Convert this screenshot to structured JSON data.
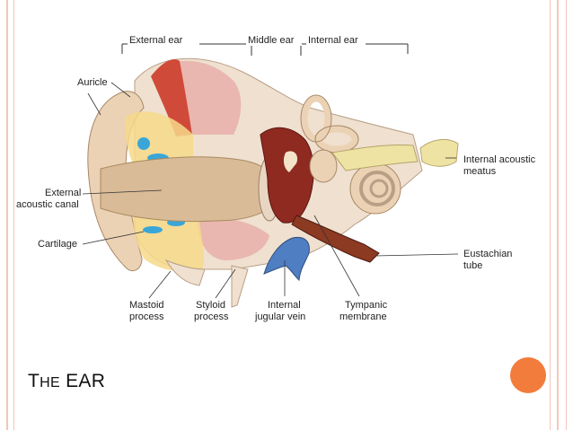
{
  "diagram": {
    "header_labels": {
      "external": "External ear",
      "middle": "Middle ear",
      "internal": "Internal ear"
    },
    "labels": {
      "auricle": "Auricle",
      "external_canal_1": "External",
      "external_canal_2": "acoustic canal",
      "cartilage": "Cartilage",
      "mastoid_1": "Mastoid",
      "mastoid_2": "process",
      "styloid_1": "Styloid",
      "styloid_2": "process",
      "jugular_1": "Internal",
      "jugular_2": "jugular vein",
      "tympanic_1": "Tympanic",
      "tympanic_2": "membrane",
      "acoustic_meatus_1": "Internal acoustic",
      "acoustic_meatus_2": "meatus",
      "eustachian_1": "Eustachian",
      "eustachian_2": "tube"
    }
  },
  "slide": {
    "title_first_letter": "T",
    "title_rest_small": "HE",
    "title_word": "EAR"
  },
  "colors": {
    "accent_dot": "#f27c3c",
    "frame_line": "#f3c7b9",
    "skin": "#ecd2b4",
    "canal": "#d9bb98",
    "cartilage_blue": "#3aa6d8",
    "bone_pink": "#e8b3ab",
    "muscle_red": "#d04a3a",
    "nerve_yellow": "#efe3a4",
    "tube_brown": "#8c3a22",
    "vein_blue": "#4f7ec2"
  }
}
